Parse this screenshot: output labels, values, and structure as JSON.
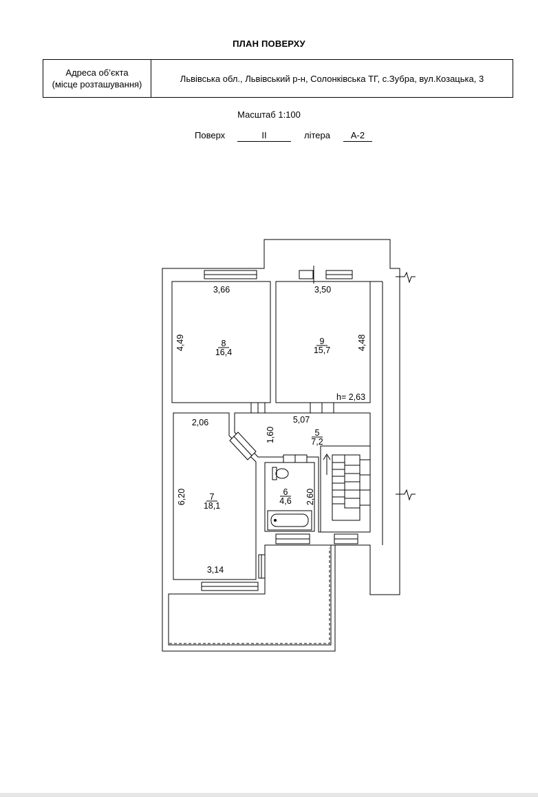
{
  "header": {
    "title": "ПЛАН ПОВЕРХУ",
    "address_label_line1": "Адреса об’єкта",
    "address_label_line2": "(місце розташування)",
    "address_value": "Львівська обл., Львівський р-н, Солонківська ТГ, с.Зубра, вул.Козацька, 3"
  },
  "scale": "Масштаб 1:100",
  "floor": {
    "floor_label": "Поверх",
    "floor_value": "II",
    "litera_label": "літера",
    "litera_value": "А-2"
  },
  "rooms": [
    {
      "number": "8",
      "area": "16,4"
    },
    {
      "number": "9",
      "area": "15,7"
    },
    {
      "number": "5",
      "area": "7,2"
    },
    {
      "number": "6",
      "area": "4,6"
    },
    {
      "number": "7",
      "area": "18,1"
    }
  ],
  "dimensions": {
    "room8_width": "3,66",
    "room8_depth": "4,49",
    "room9_width": "3,50",
    "room9_depth": "4,48",
    "ceiling_height": "h= 2,63",
    "room7_top": "2,06",
    "room7_depth": "6,20",
    "room7_bottom": "3,14",
    "hall_length": "5,07",
    "hall_depth": "1,60",
    "bath_depth": "2,60"
  }
}
